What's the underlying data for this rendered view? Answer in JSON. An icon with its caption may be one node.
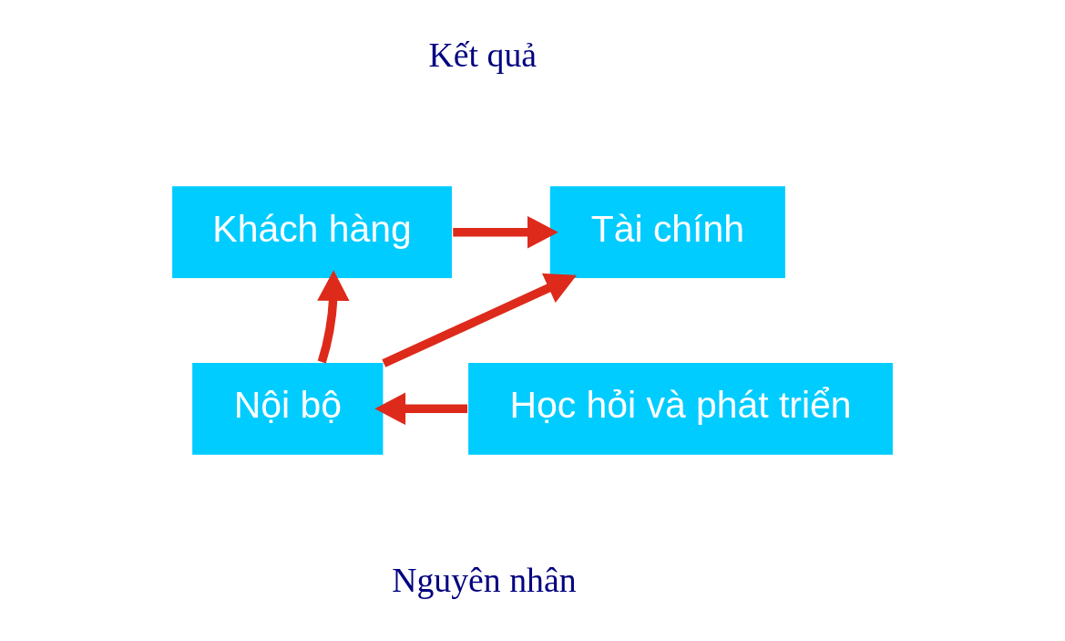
{
  "diagram": {
    "nodes": [
      {
        "text": [
          "Khách hàng"
        ]
      },
      {
        "text": [
          "Tài chính"
        ]
      },
      {
        "text": [
          "Nội bộ"
        ]
      },
      {
        "text": [
          "Học hỏi và phát triển"
        ]
      }
    ],
    "edges": [
      {
        "from": 0,
        "to": 1,
        "arrow": "to"
      },
      {
        "from": 2,
        "to": 0,
        "arrow": "to"
      },
      {
        "from": 2,
        "to": 1,
        "arrow": "to"
      },
      {
        "from": 3,
        "to": 2,
        "arrow": "to"
      }
    ],
    "labels": [
      "Kết quả",
      "Nguyên nhân"
    ]
  }
}
